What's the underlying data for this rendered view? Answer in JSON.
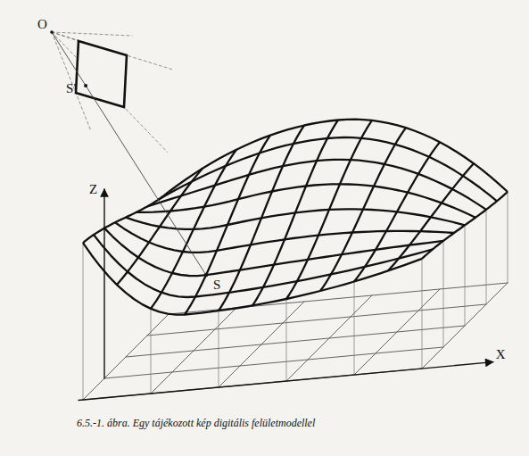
{
  "diagram": {
    "caption": "6.5.-1. ábra. Egy tájékozott kép digitális felületmodellel",
    "labels": [
      "O",
      "S'",
      "S",
      "Z",
      "X"
    ]
  }
}
